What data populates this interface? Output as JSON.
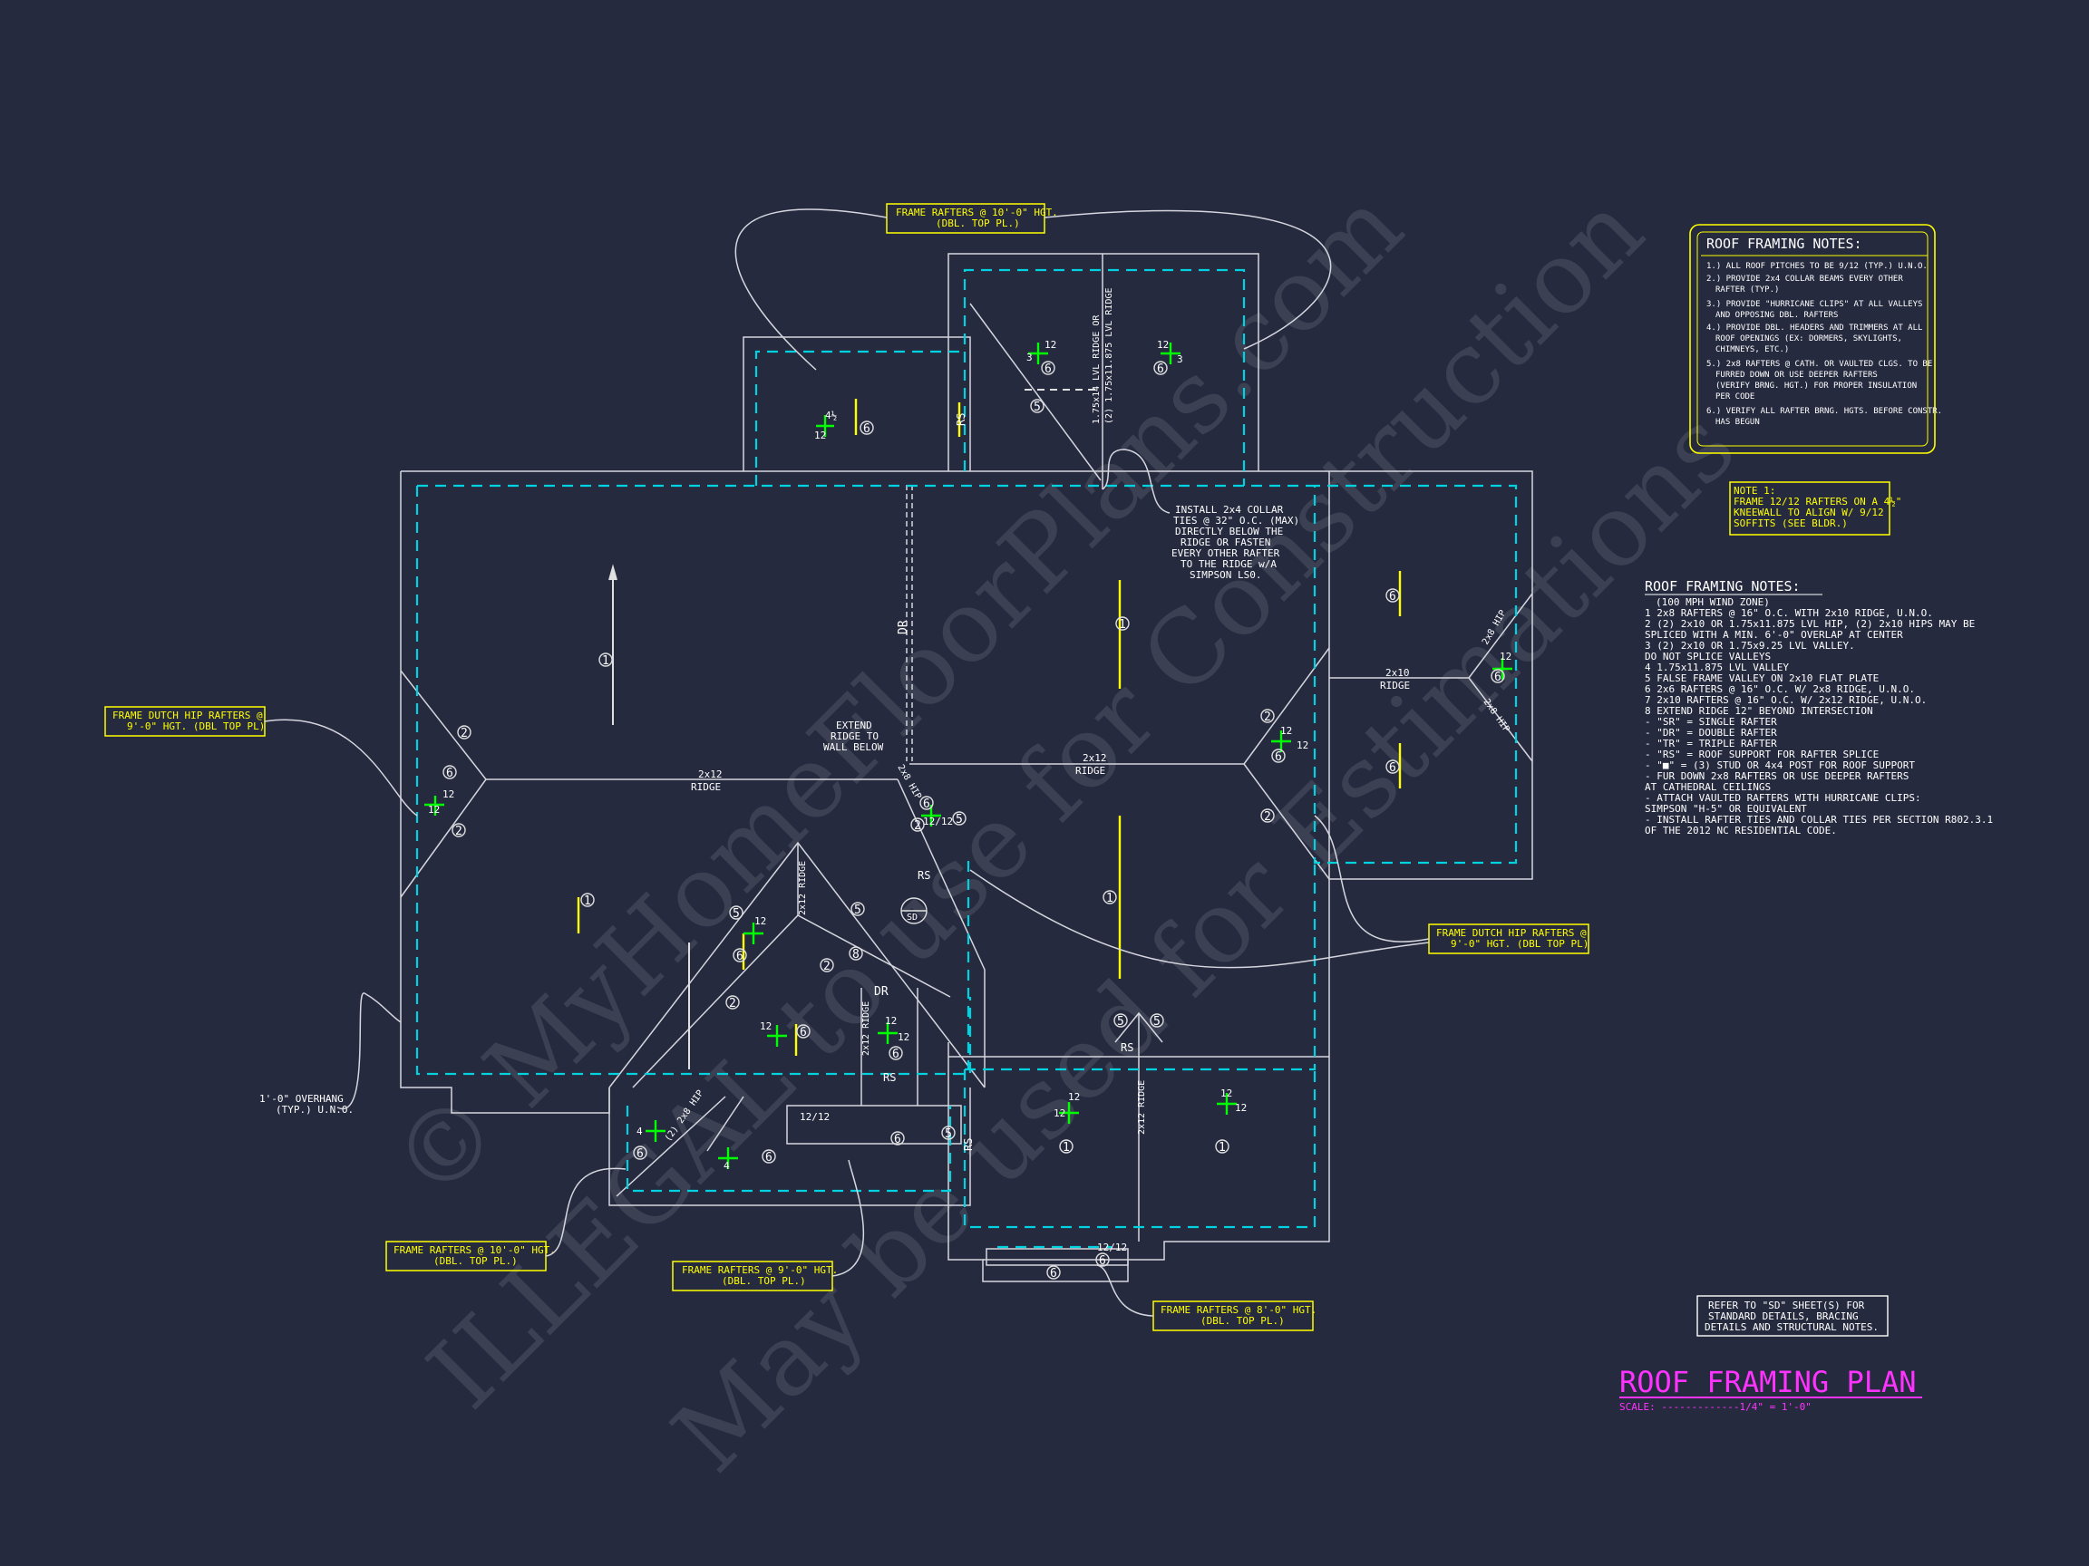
{
  "colors": {
    "background": "#262a3f",
    "lines": "#d6d6de",
    "wall_dashed": "#00d2e0",
    "callout": "#ffff00",
    "pitch": "#00ff00",
    "title": "#ff33ff"
  },
  "callouts": {
    "top": [
      "FRAME RAFTERS @ 10'-0\" HGT.",
      "(DBL. TOP PL.)"
    ],
    "left_dutch": [
      "FRAME DUTCH HIP RAFTERS @",
      "9'-0\" HGT. (DBL TOP PL)"
    ],
    "right_dutch": [
      "FRAME DUTCH HIP RAFTERS @",
      "9'-0\" HGT. (DBL TOP PL)"
    ],
    "bottom_10": [
      "FRAME RAFTERS @ 10'-0\" HGT.",
      "(DBL. TOP PL.)"
    ],
    "bottom_9": [
      "FRAME RAFTERS @ 9'-0\" HGT.",
      "(DBL. TOP PL.)"
    ],
    "bottom_8": [
      "FRAME RAFTERS @ 8'-0\" HGT.",
      "(DBL. TOP PL.)"
    ]
  },
  "notes_box": {
    "title": "ROOF FRAMING NOTES:",
    "items": [
      "1.) ALL ROOF PITCHES TO BE 9/12 (TYP.) U.N.O.",
      "2.) PROVIDE 2x4 COLLAR BEAMS EVERY OTHER",
      "RAFTER (TYP.)",
      "3.) PROVIDE \"HURRICANE CLIPS\" AT ALL VALLEYS",
      "AND OPPOSING DBL. RAFTERS",
      "4.) PROVIDE DBL. HEADERS AND TRIMMERS AT ALL",
      "ROOF OPENINGS (EX: DORMERS, SKYLIGHTS,",
      "CHIMNEYS, ETC.)",
      "5.) 2x8 RAFTERS @ CATH. OR VAULTED CLGS. TO BE",
      "FURRED DOWN OR USE DEEPER RAFTERS",
      "(VERIFY BRNG. HGT.) FOR PROPER INSULATION",
      "PER CODE",
      "6.) VERIFY ALL RAFTER BRNG. HGTS. BEFORE CONSTR.",
      "HAS BEGUN"
    ]
  },
  "note1": [
    "NOTE 1:",
    "FRAME 12/12 RAFTERS ON A 4½\"",
    "KNEEWALL TO ALIGN W/ 9/12",
    "SOFFITS (SEE BLDR.)"
  ],
  "legend": {
    "title": "ROOF FRAMING NOTES:",
    "zone": "(100 MPH WIND ZONE)",
    "items": [
      "1  2x8 RAFTERS @ 16\" O.C. WITH 2x10 RIDGE, U.N.O.",
      "2  (2) 2x10 OR 1.75x11.875 LVL HIP, (2) 2x10 HIPS MAY BE",
      "   SPLICED WITH A MIN. 6'-0\" OVERLAP AT CENTER",
      "3  (2) 2x10 OR 1.75x9.25 LVL VALLEY.",
      "   DO NOT SPLICE VALLEYS",
      "4  1.75x11.875 LVL VALLEY",
      "5  FALSE FRAME VALLEY ON 2x10 FLAT PLATE",
      "6  2x6 RAFTERS @ 16\" O.C. W/ 2x8 RIDGE, U.N.O.",
      "7  2x10 RAFTERS @ 16\" O.C. W/ 2x12 RIDGE, U.N.O.",
      "8  EXTEND RIDGE 12\" BEYOND INTERSECTION",
      "-  \"SR\" = SINGLE RAFTER",
      "-  \"DR\" = DOUBLE RAFTER",
      "-  \"TR\" = TRIPLE RAFTER",
      "-  \"RS\" = ROOF SUPPORT FOR RAFTER SPLICE",
      "-  \"■\" = (3) STUD OR 4x4 POST FOR ROOF SUPPORT",
      "-  FUR DOWN 2x8 RAFTERS OR USE DEEPER RAFTERS",
      "   AT CATHEDRAL CEILINGS",
      "-  ATTACH VAULTED RAFTERS WITH HURRICANE CLIPS:",
      "   SIMPSON \"H-5\" OR EQUIVALENT",
      "-  INSTALL RAFTER TIES AND COLLAR TIES PER SECTION R802.3.1",
      "   OF THE 2012 NC RESIDENTIAL CODE."
    ]
  },
  "refer_box": [
    "REFER TO \"SD\" SHEET(S) FOR",
    "STANDARD DETAILS, BRACING",
    "DETAILS AND STRUCTURAL NOTES."
  ],
  "title": {
    "main": "ROOF FRAMING PLAN",
    "scale": "SCALE: -------------1/4\" = 1'-0\""
  },
  "collar_note": [
    "INSTALL 2x4 COLLAR",
    "TIES @ 32\" O.C. (MAX)",
    "DIRECTLY BELOW THE",
    "RIDGE OR FASTEN",
    "EVERY OTHER RAFTER",
    "TO THE RIDGE w/A",
    "SIMPSON LS0."
  ],
  "extend_note": [
    "EXTEND",
    "RIDGE TO",
    "WALL BELOW"
  ],
  "overhang_note": [
    "1'-0\" OVERHANG",
    "(TYP.) U.N.O."
  ],
  "plan_labels": {
    "ridge_left": [
      "2x12",
      "RIDGE"
    ],
    "ridge_mid": [
      "2x12",
      "RIDGE"
    ],
    "ridge_right": [
      "2x10",
      "RIDGE"
    ],
    "lvl_ridge": [
      "1.75x14 LVL RIDGE OR",
      "(2) 1.75x11.875 LVL RIDGE"
    ],
    "dr": "DR",
    "dr2": "DR",
    "rs": "RS",
    "sd": "SD",
    "ridge_2x12_a": "2x12 RIDGE",
    "ridge_2x12_b": "2x12 RIDGE",
    "ridge_2x12_c": "2x12 RIDGE",
    "hip_2x8_a": "2x8 HIP",
    "hip_2x8_b": "2x8 HIP",
    "hip_2x8_c": "(2) 2x8 HIP",
    "hip_2x8_d": "2x8 HIP",
    "pitch_12": "12",
    "pitch_3": "3",
    "pitch_4": "4",
    "pitch_41": "4½",
    "pitch_1212": "12/12"
  },
  "watermark": [
    "© MyHomeFloorPlans.com",
    "ILLEGAL to use for Construction",
    "May be used for Estimations"
  ]
}
